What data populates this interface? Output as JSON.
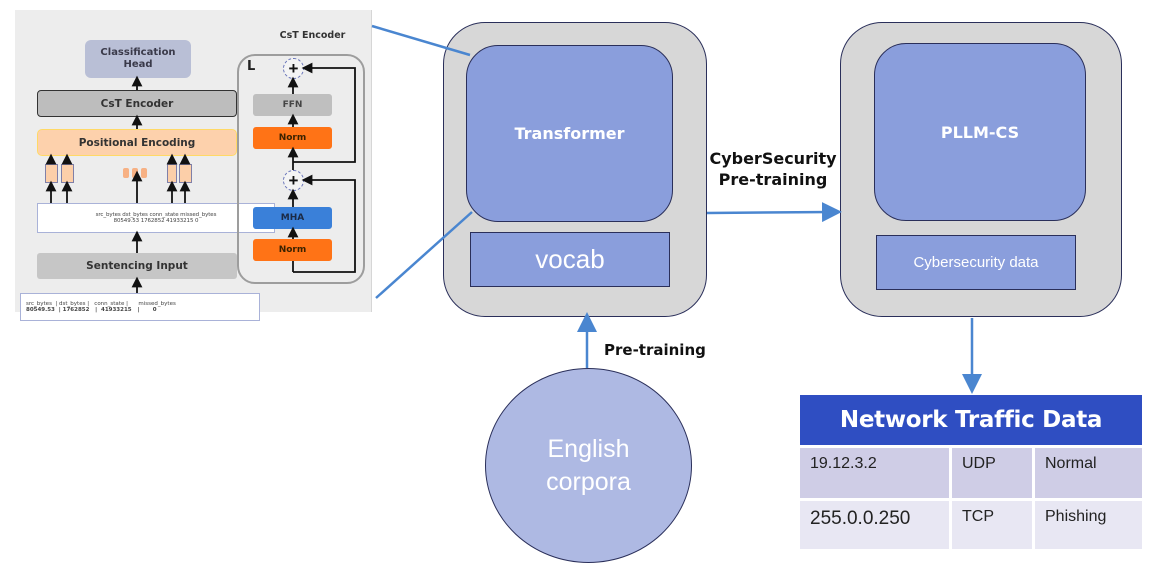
{
  "inset": {
    "classification_head": "Classification Head",
    "cst_encoder": "CsT Encoder",
    "positional_encoding": "Positional Encoding",
    "features_line1": "src_bytes  dst_bytes conn_state missed_bytes",
    "features_line2": "80549.53 1762852 41933215 0",
    "sentencing_input": "Sentencing Input",
    "raw_header": "src_bytes  | dst_bytes |   conn_state |      missed_bytes",
    "raw_values": "80549.53  | 1762852   |  41933215   |       0",
    "encoder_detail": {
      "title": "CsT Encoder",
      "layers_label": "L",
      "ffn": "FFN",
      "norm_top": "Norm",
      "mha": "MHA",
      "norm_bottom": "Norm",
      "add_symbol": "+"
    }
  },
  "transformer": {
    "title": "Transformer",
    "vocab": "vocab"
  },
  "edge_cyber": {
    "line1": "CyberSecurity",
    "line2": "Pre-training"
  },
  "pllm": {
    "title": "PLLM-CS",
    "data": "Cybersecurity data"
  },
  "edge_pretrain": "Pre-training",
  "corpus": {
    "line1": "English",
    "line2": "corpora"
  },
  "network_table": {
    "title": "Network Traffic Data",
    "rows": [
      [
        "19.12.3.2",
        "UDP",
        "Normal"
      ],
      [
        "255.0.0.250",
        "TCP",
        "Phishing"
      ]
    ]
  },
  "colors": {
    "accent_line": "#4a86d0",
    "box_fill": "#8a9edc",
    "table_header": "#2f4ec2",
    "norm": "#ff7316",
    "mha": "#3a80d9"
  }
}
